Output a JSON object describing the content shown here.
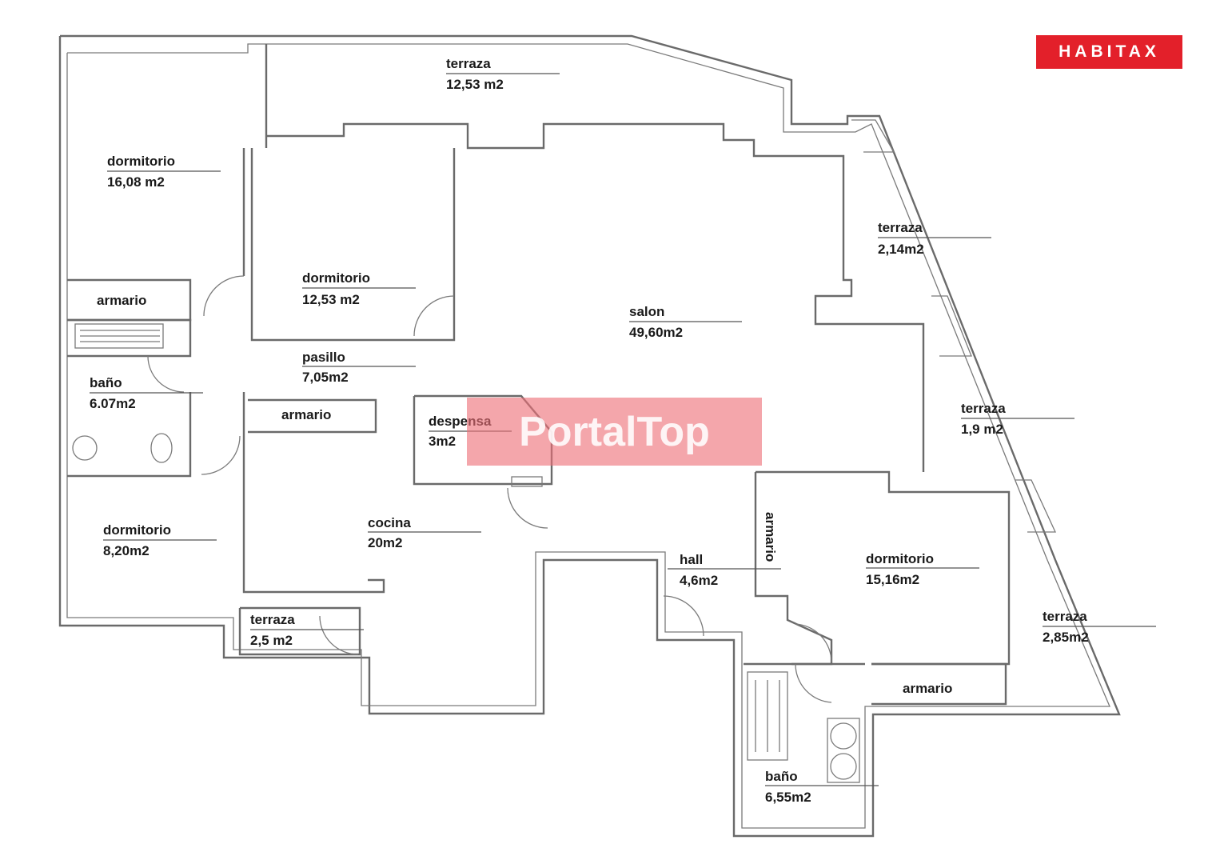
{
  "brand": {
    "text": "HABITAX",
    "color": "#e3202a"
  },
  "watermark": {
    "text": "PortalTop",
    "color": "#ee7078"
  },
  "rooms": [
    {
      "id": "terraza-norte",
      "name": "terraza",
      "area": "12,53 m2"
    },
    {
      "id": "dormitorio-1",
      "name": "dormitorio",
      "area": "16,08 m2"
    },
    {
      "id": "dormitorio-2",
      "name": "dormitorio",
      "area": "12,53 m2"
    },
    {
      "id": "armario-1",
      "name": "armario",
      "area": ""
    },
    {
      "id": "salon",
      "name": "salon",
      "area": "49,60m2"
    },
    {
      "id": "terraza-este-1",
      "name": "terraza",
      "area": "2,14m2"
    },
    {
      "id": "pasillo",
      "name": "pasillo",
      "area": "7,05m2"
    },
    {
      "id": "bano-1",
      "name": "baño",
      "area": "6.07m2"
    },
    {
      "id": "armario-2",
      "name": "armario",
      "area": ""
    },
    {
      "id": "despensa",
      "name": "despensa",
      "area": "3m2"
    },
    {
      "id": "terraza-este-2",
      "name": "terraza",
      "area": "1,9 m2"
    },
    {
      "id": "dormitorio-3",
      "name": "dormitorio",
      "area": "8,20m2"
    },
    {
      "id": "cocina",
      "name": "cocina",
      "area": "20m2"
    },
    {
      "id": "armario-3",
      "name": "armario",
      "area": ""
    },
    {
      "id": "hall",
      "name": "hall",
      "area": "4,6m2"
    },
    {
      "id": "dormitorio-4",
      "name": "dormitorio",
      "area": "15,16m2"
    },
    {
      "id": "terraza-sur-1",
      "name": "terraza",
      "area": "2,5 m2"
    },
    {
      "id": "terraza-este-3",
      "name": "terraza",
      "area": "2,85m2"
    },
    {
      "id": "armario-4",
      "name": "armario",
      "area": ""
    },
    {
      "id": "bano-2",
      "name": "baño",
      "area": "6,55m2"
    }
  ]
}
